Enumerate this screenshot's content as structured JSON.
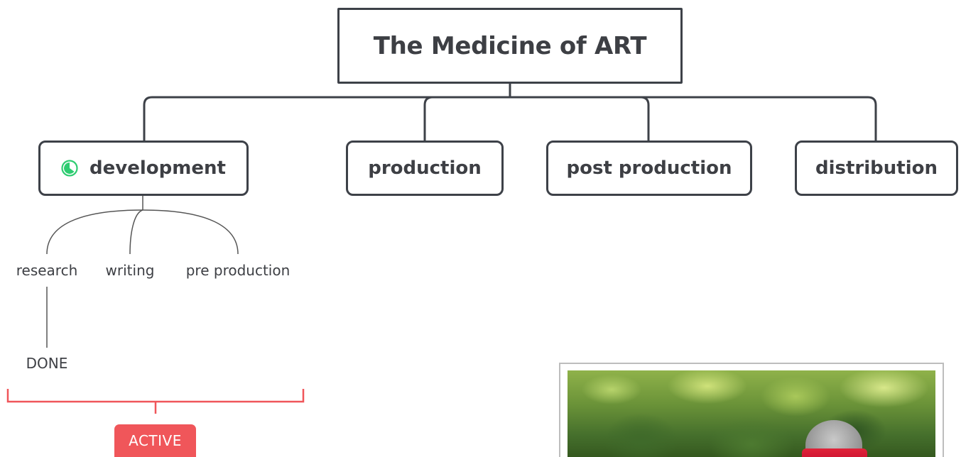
{
  "root": {
    "title": "The Medicine of ART"
  },
  "branches": [
    {
      "label": "development",
      "icon": "progress-pie-icon",
      "progress": 0.35
    },
    {
      "label": "production"
    },
    {
      "label": "post production"
    },
    {
      "label": "distribution"
    }
  ],
  "development_children": [
    {
      "label": "research"
    },
    {
      "label": "writing"
    },
    {
      "label": "pre production"
    }
  ],
  "research_status": "DONE",
  "summary": {
    "label": "ACTIVE"
  },
  "colors": {
    "node_border": "#3d4148",
    "text": "#3d3f44",
    "accent_red": "#f0565a",
    "progress_green": "#2ecc71"
  },
  "image": {
    "icon": "photo-image"
  }
}
